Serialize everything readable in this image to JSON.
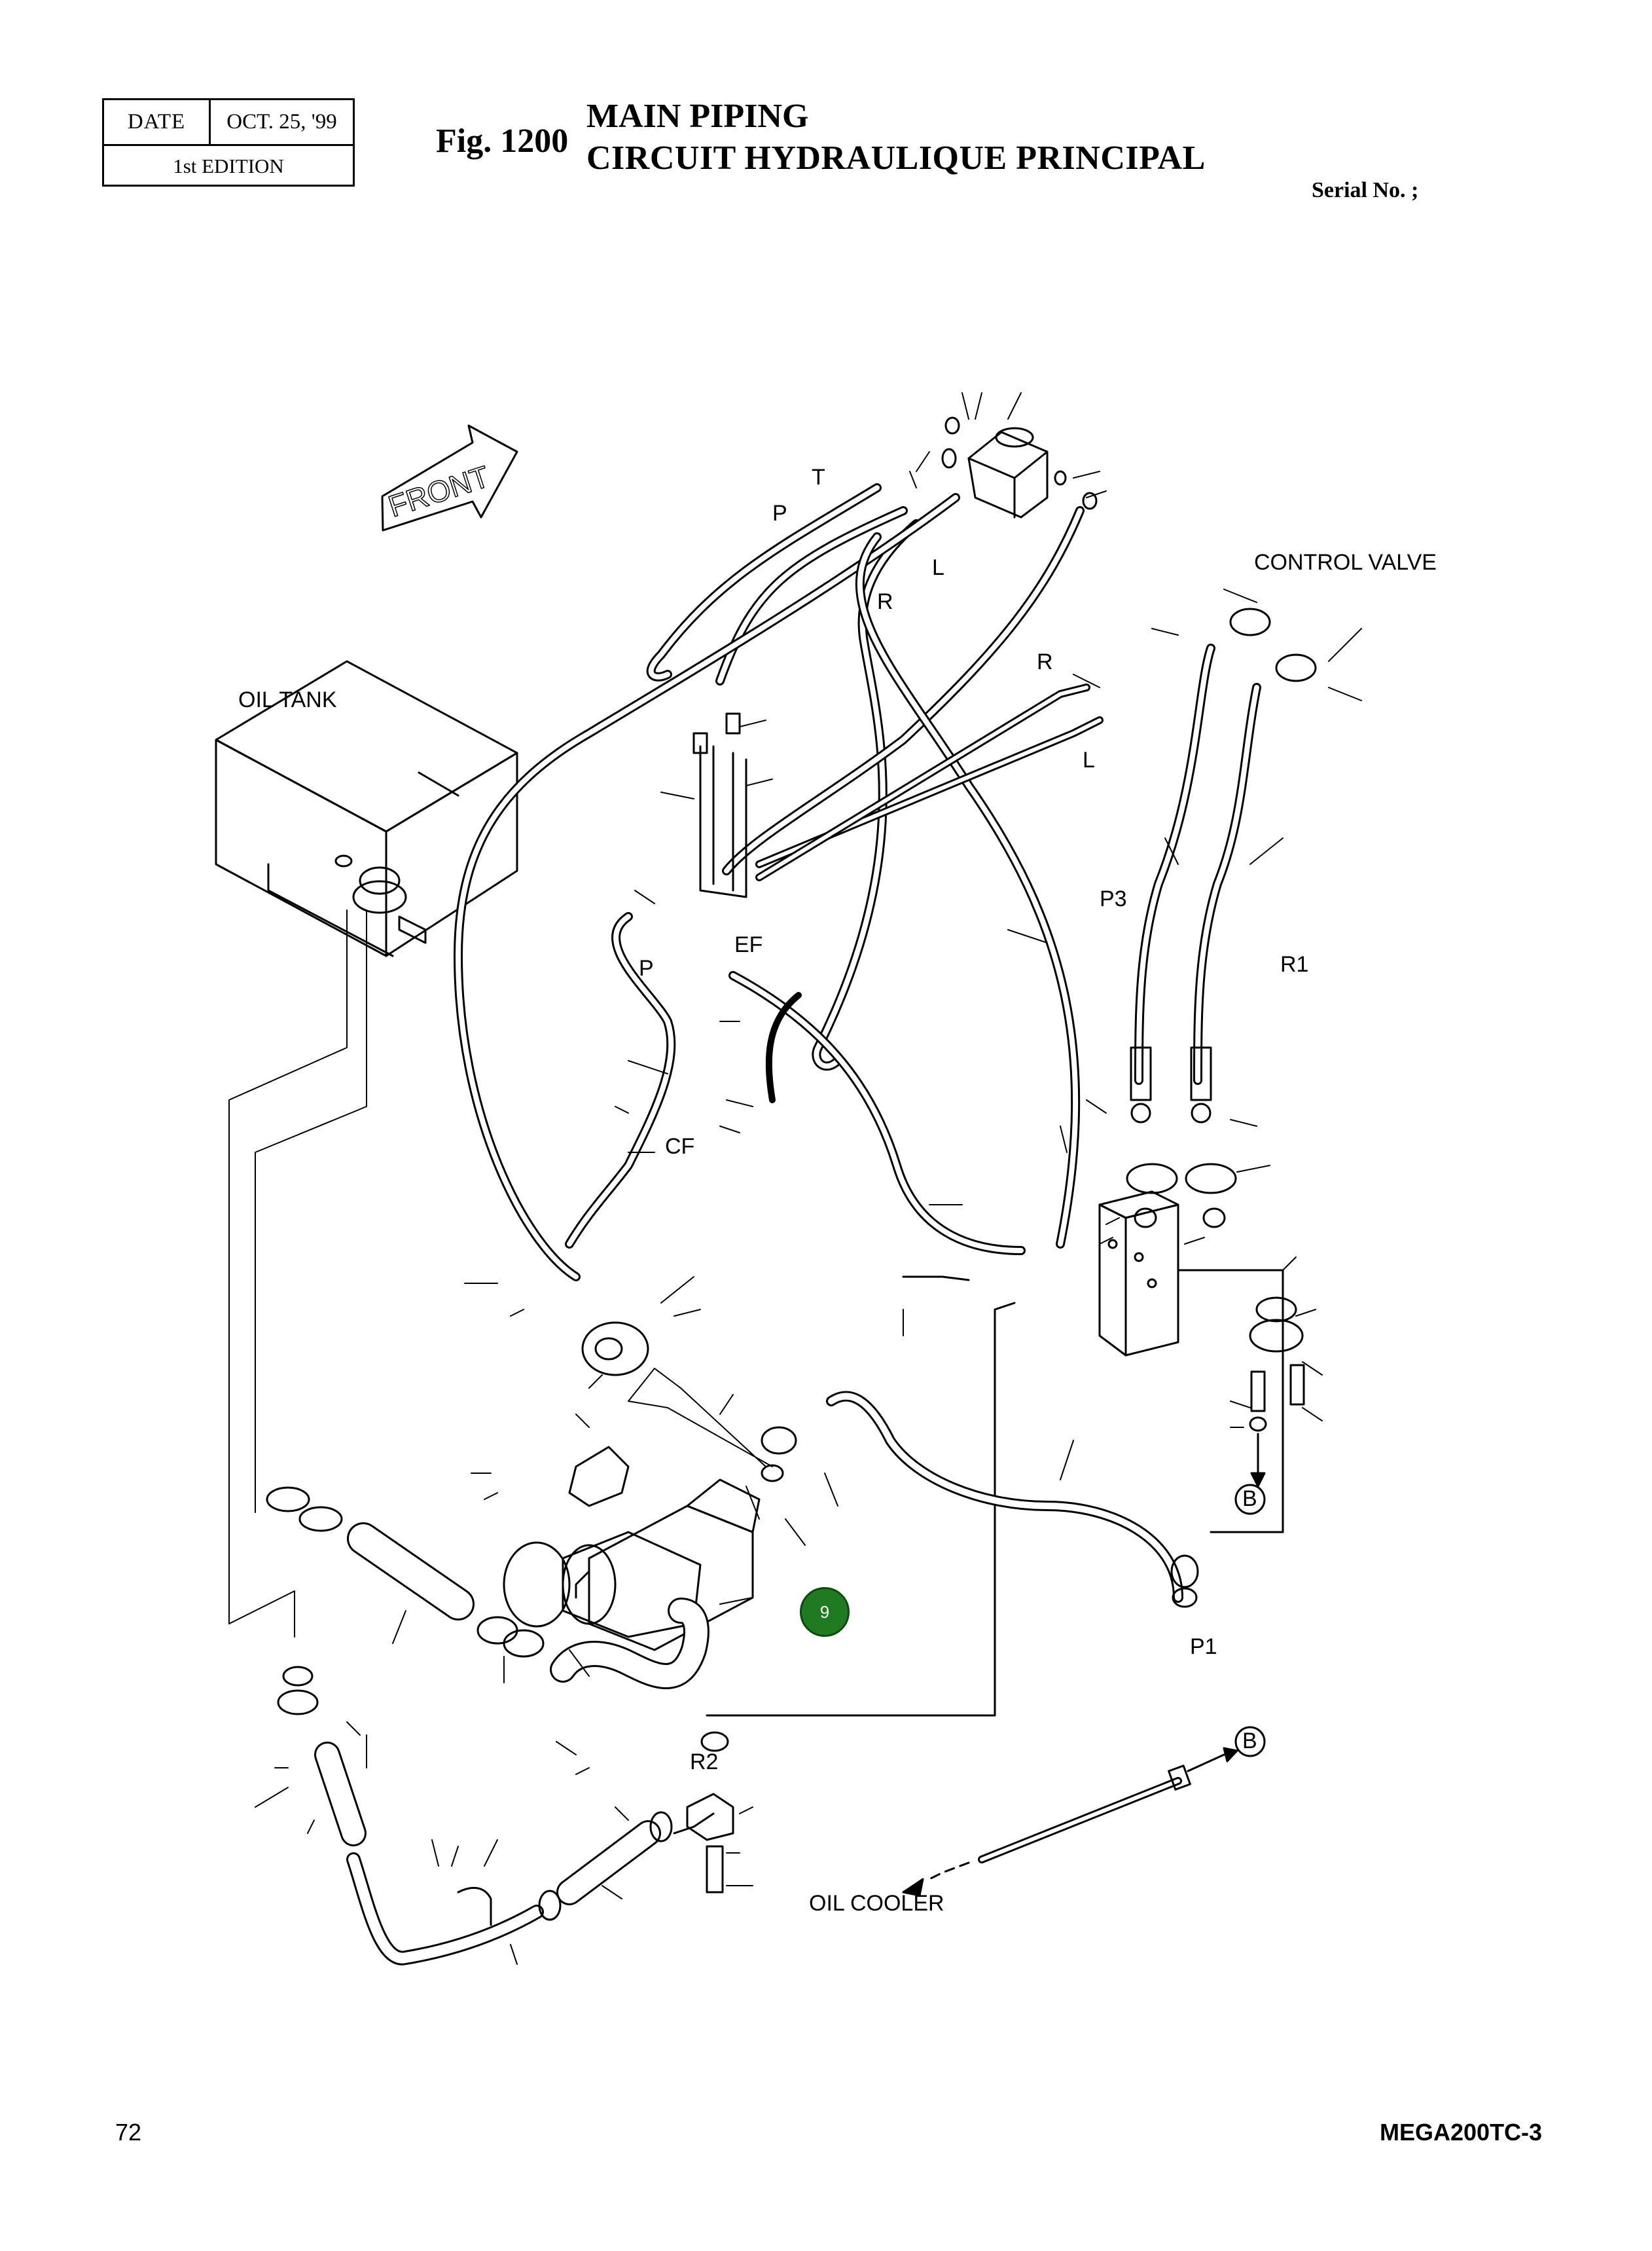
{
  "header": {
    "date_label": "DATE",
    "date_value": "OCT. 25, '99",
    "edition": "1st EDITION",
    "fig_label": "Fig. 1200",
    "title_en": "MAIN PIPING",
    "title_fr": "CIRCUIT HYDRAULIQUE PRINCIPAL",
    "serial": "Serial No. ;"
  },
  "diagram": {
    "front_arrow": "FRONT",
    "labels": {
      "oil_tank": "OIL TANK",
      "control_valve": "CONTROL VALVE",
      "oil_cooler": "OIL COOLER",
      "t": "T",
      "p_top": "P",
      "l_top": "L",
      "r_top": "R",
      "r_mid": "R",
      "l_mid": "L",
      "p3": "P3",
      "r1": "R1",
      "ef": "EF",
      "p_mid": "P",
      "cf": "CF",
      "b_1": "B",
      "b_2": "B",
      "p1": "P1",
      "r2": "R2"
    },
    "callout": "9",
    "colors": {
      "line": "#000000",
      "callout": "#1f7a22"
    }
  },
  "footer": {
    "page_number": "72",
    "model": "MEGA200TC-3"
  }
}
